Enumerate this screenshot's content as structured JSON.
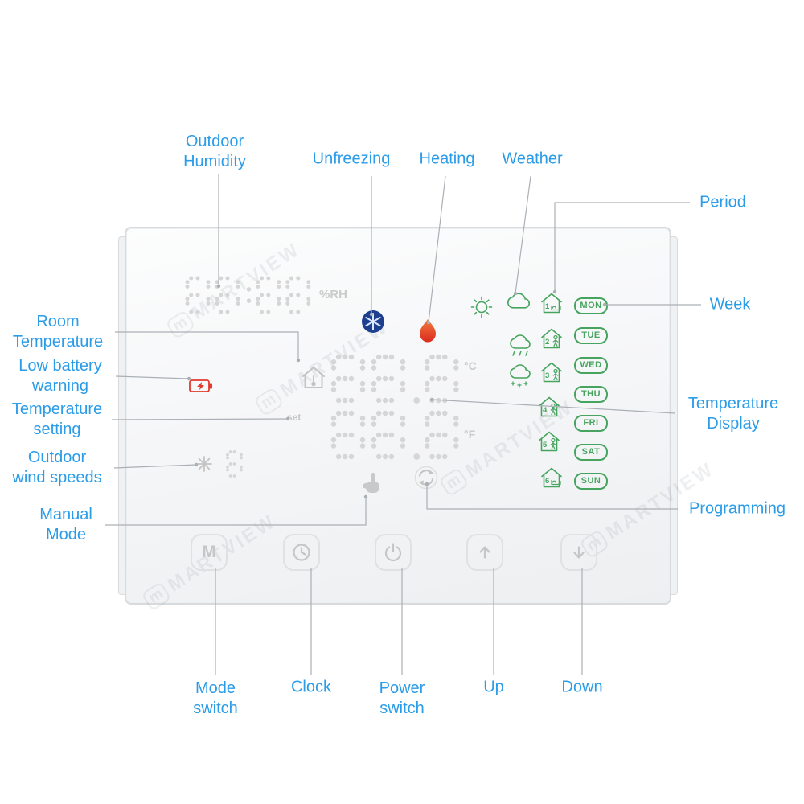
{
  "brand": {
    "watermark": "MARTVIEW",
    "logo_letter": "m"
  },
  "callouts": {
    "outdoor_humidity": "Outdoor\nHumidity",
    "unfreezing": "Unfreezing",
    "heating": "Heating",
    "weather": "Weather",
    "period": "Period",
    "week": "Week",
    "room_temperature": "Room\nTemperature",
    "low_battery": "Low battery\nwarning",
    "temperature_setting": "Temperature\nsetting",
    "outdoor_wind": "Outdoor\nwind speeds",
    "manual_mode": "Manual\nMode",
    "temperature_display": "Temperature\nDisplay",
    "programming": "Programming",
    "mode_switch": "Mode\nswitch",
    "clock": "Clock",
    "power_switch": "Power\nswitch",
    "up": "Up",
    "down": "Down"
  },
  "display": {
    "humidity_value": "88:88",
    "humidity_unit": "%RH",
    "temp_main_value": "88.8",
    "temp_main_unit": "°C",
    "temp_sub_value": "88.8",
    "temp_sub_unit": "°F",
    "set_label": "set",
    "wind_value": "8",
    "week_days": [
      "MON",
      "TUE",
      "WED",
      "THU",
      "FRI",
      "SAT",
      "SUN"
    ],
    "period_numbers": [
      "1",
      "2",
      "3",
      "4",
      "5",
      "6"
    ],
    "mode_button_glyph": "M"
  },
  "icons": {
    "unfreezing": "snowflake-in-circle",
    "heating": "flame",
    "weather": [
      "sun",
      "cloud",
      "rain-cloud",
      "snow-cloud"
    ],
    "room_temperature": "house-thermometer",
    "low_battery": "battery-with-bolt",
    "temperature_setting": "set-indicator",
    "outdoor_wind": "fan-spokes",
    "manual_mode": "hand",
    "programming": "cycle-ring",
    "periods": [
      "house-bed",
      "house-person",
      "house-person",
      "house-person",
      "house-person",
      "house-bed"
    ],
    "buttons": [
      "mode-M",
      "clock",
      "power",
      "arrow-up",
      "arrow-down"
    ]
  },
  "colors": {
    "label_blue": "#2b9ce8",
    "display_green": "#46a45f",
    "alert_red": "#e23b2e",
    "unfreeze_navy": "#1d3f8e",
    "flame_orange": "#e8512b",
    "segment_gray": "#d6d6d6",
    "icon_gray": "#c6c6c6",
    "leader_gray": "#aab0b5"
  }
}
